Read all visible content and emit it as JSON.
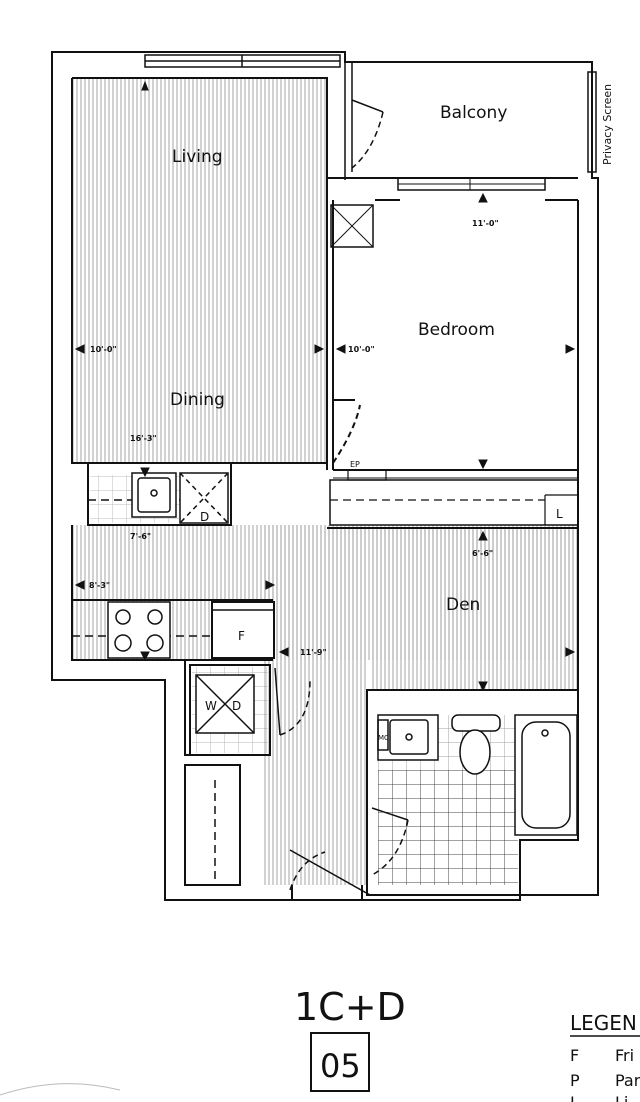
{
  "rooms": {
    "balcony": "Balcony",
    "privacy_screen": "Privacy Screen",
    "living": "Living",
    "dining": "Dining",
    "bedroom": "Bedroom",
    "den": "Den"
  },
  "dimensions": {
    "living_width": "10'-0\"",
    "bedroom_width": "10'-0\"",
    "bedroom_length": "11'-0\"",
    "living_length": "16'-3\"",
    "kitchen_length": "7'-6\"",
    "kitchen_width": "8'-3\"",
    "den_length": "6'-6\"",
    "den_width": "11'-9\""
  },
  "fixtures": {
    "dishwasher": "D",
    "fridge": "F",
    "washer_dryer": "W",
    "washer_dryer_d": "D",
    "linen": "L",
    "electrical_panel": "EP",
    "medicine_cabinet": "MC"
  },
  "unit": {
    "model": "1C+D",
    "number": "05"
  },
  "legend": {
    "heading": "LEGEN",
    "items": [
      {
        "key": "F",
        "text": "Fri"
      },
      {
        "key": "P",
        "text": "Par"
      },
      {
        "key": "L",
        "text": "Li"
      }
    ]
  }
}
